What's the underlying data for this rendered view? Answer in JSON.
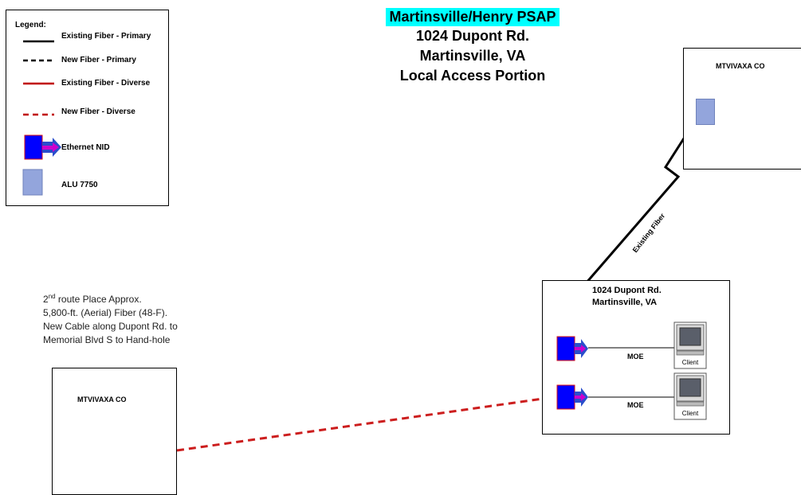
{
  "title": {
    "line1": "Martinsville/Henry PSAP",
    "line2": "1024 Dupont Rd.",
    "line3": "Martinsville, VA",
    "line4": "Local Access Portion",
    "highlight_color": "#00ffff"
  },
  "legend": {
    "title": "Legend:",
    "items": [
      {
        "label": "Existing Fiber - Primary",
        "style": "solid",
        "color": "#000000"
      },
      {
        "label": "New Fiber - Primary",
        "style": "dashed",
        "color": "#000000"
      },
      {
        "label": "Existing Fiber - Diverse",
        "style": "solid",
        "color": "#c00000"
      },
      {
        "label": "New Fiber - Diverse",
        "style": "dashed",
        "color": "#c00000"
      },
      {
        "label": "Ethernet NID",
        "icon": "ethernet-nid-icon",
        "color": "#0000ff"
      },
      {
        "label": "ALU 7750",
        "icon": "alu-7750-icon",
        "color": "#93a5dc"
      }
    ]
  },
  "central_office_top": {
    "label": "MTVIVAXA CO"
  },
  "central_office_bottom": {
    "label": "MTVIVAXA CO"
  },
  "site": {
    "line1": "1024 Dupont Rd.",
    "line2": "Martinsville,  VA",
    "connections": [
      {
        "label": "MOE",
        "client_label": "Client"
      },
      {
        "label": "MOE",
        "client_label": "Client"
      }
    ]
  },
  "existing_fiber_label": "Existing Fiber",
  "route_note": {
    "line1_prefix": "2",
    "line1_sup": "nd",
    "line1_rest": " route Place Approx.",
    "line2": "5,800-ft. (Aerial) Fiber (48-F).",
    "line3": "New Cable along Dupont Rd. to",
    "line4": "Memorial  Blvd S to Hand-hole"
  }
}
